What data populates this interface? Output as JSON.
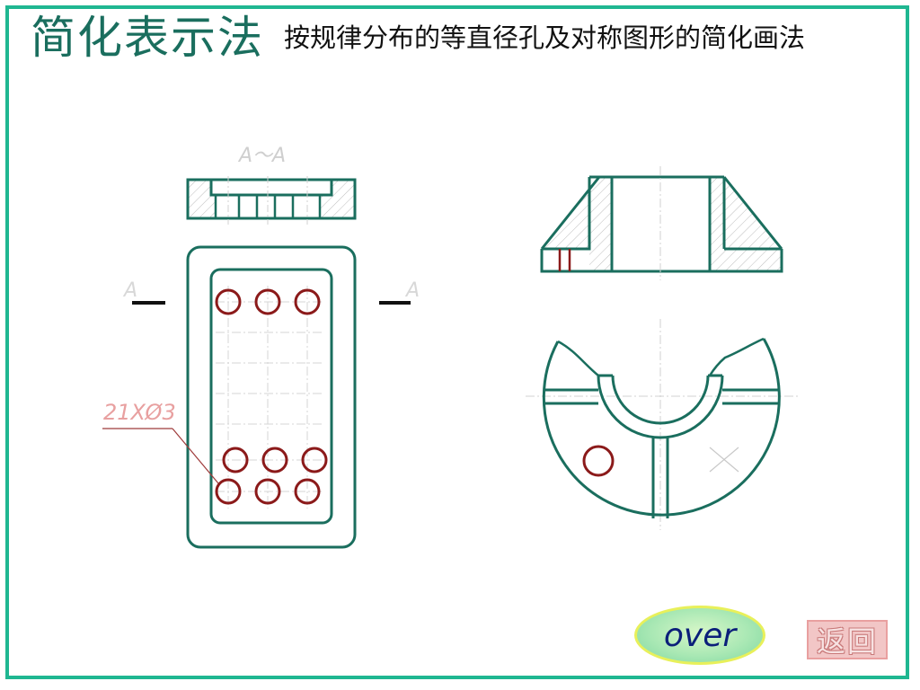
{
  "header": {
    "title": "简化表示法",
    "subtitle": "按规律分布的等直径孔及对称图形的简化画法"
  },
  "drawing": {
    "section_label": "A～A",
    "cut_label_left": "A",
    "cut_label_right": "A",
    "hole_note": "21XØ3"
  },
  "nav": {
    "over_label": "over",
    "back_label": "返回"
  },
  "colors": {
    "frame": "#1fb791",
    "outline": "#1a6e5e",
    "hole": "#8b1a1a",
    "centerline": "#c8c8c8",
    "annotation": "#e8a0a0"
  }
}
